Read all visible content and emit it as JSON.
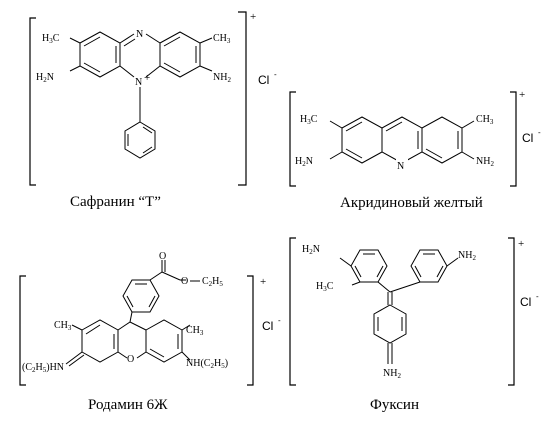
{
  "compounds": [
    {
      "name": "Сафранин “Т”",
      "counterion": "Cl",
      "charge": "+",
      "groups": {
        "methyl_left": "H3C",
        "methyl_right": "CH3",
        "amino_left": "H2N",
        "amino_right": "NH2",
        "ring_n_top": "N",
        "ring_n_bottom": "N"
      }
    },
    {
      "name": "Акридиновый желтый",
      "counterion": "Cl",
      "charge": "+",
      "groups": {
        "methyl_left": "H3C",
        "methyl_right": "CH3",
        "amino_left": "H2N",
        "amino_right": "NH2",
        "ring_n": "N"
      }
    },
    {
      "name": "Родамин 6Ж",
      "counterion": "Cl",
      "charge": "+",
      "groups": {
        "ester": "O",
        "ester_alkyl": "C2H5",
        "methyl_left": "CH3",
        "methyl_right": "CH3",
        "amino_left": "(C2H5)HN",
        "amino_right": "NH(C2H5)",
        "ring_o": "O"
      }
    },
    {
      "name": "Фуксин",
      "counterion": "Cl",
      "charge": "+",
      "groups": {
        "amino_top_left": "H2N",
        "methyl": "H3C",
        "amino_top_right": "NH2",
        "imino_bottom": "NH2"
      }
    }
  ]
}
